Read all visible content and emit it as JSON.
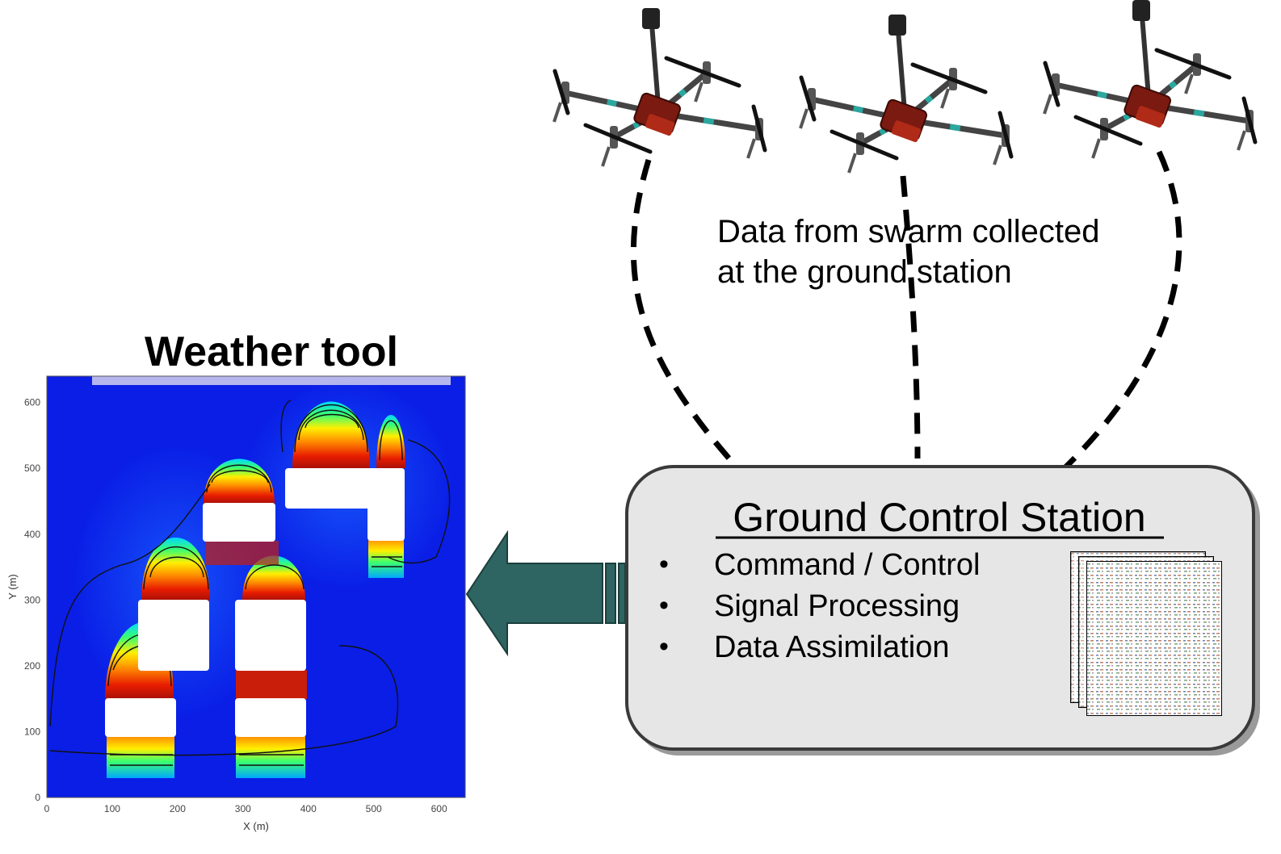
{
  "weather_tool": {
    "title": "Weather tool",
    "plot": {
      "xlabel": "X (m)",
      "ylabel": "Y (m)",
      "x_ticks": [
        "0",
        "100",
        "200",
        "300",
        "400",
        "500",
        "600"
      ],
      "y_ticks": [
        "0",
        "100",
        "200",
        "300",
        "400",
        "500",
        "600"
      ]
    }
  },
  "swarm": {
    "drone_count": 3,
    "annotation_line1": "Data from swarm collected",
    "annotation_line2": "at the ground station"
  },
  "ground_station": {
    "title": "Ground Control Station",
    "items": [
      "Command / Control",
      "Signal Processing",
      "Data Assimilation"
    ],
    "bullet": "•"
  },
  "colors": {
    "arrow": "#2e6461",
    "box_fill": "#e6e6e6",
    "box_stroke": "#3a3a3a",
    "field_blue": "#0a1ee6",
    "field_red": "#c81e0a"
  }
}
